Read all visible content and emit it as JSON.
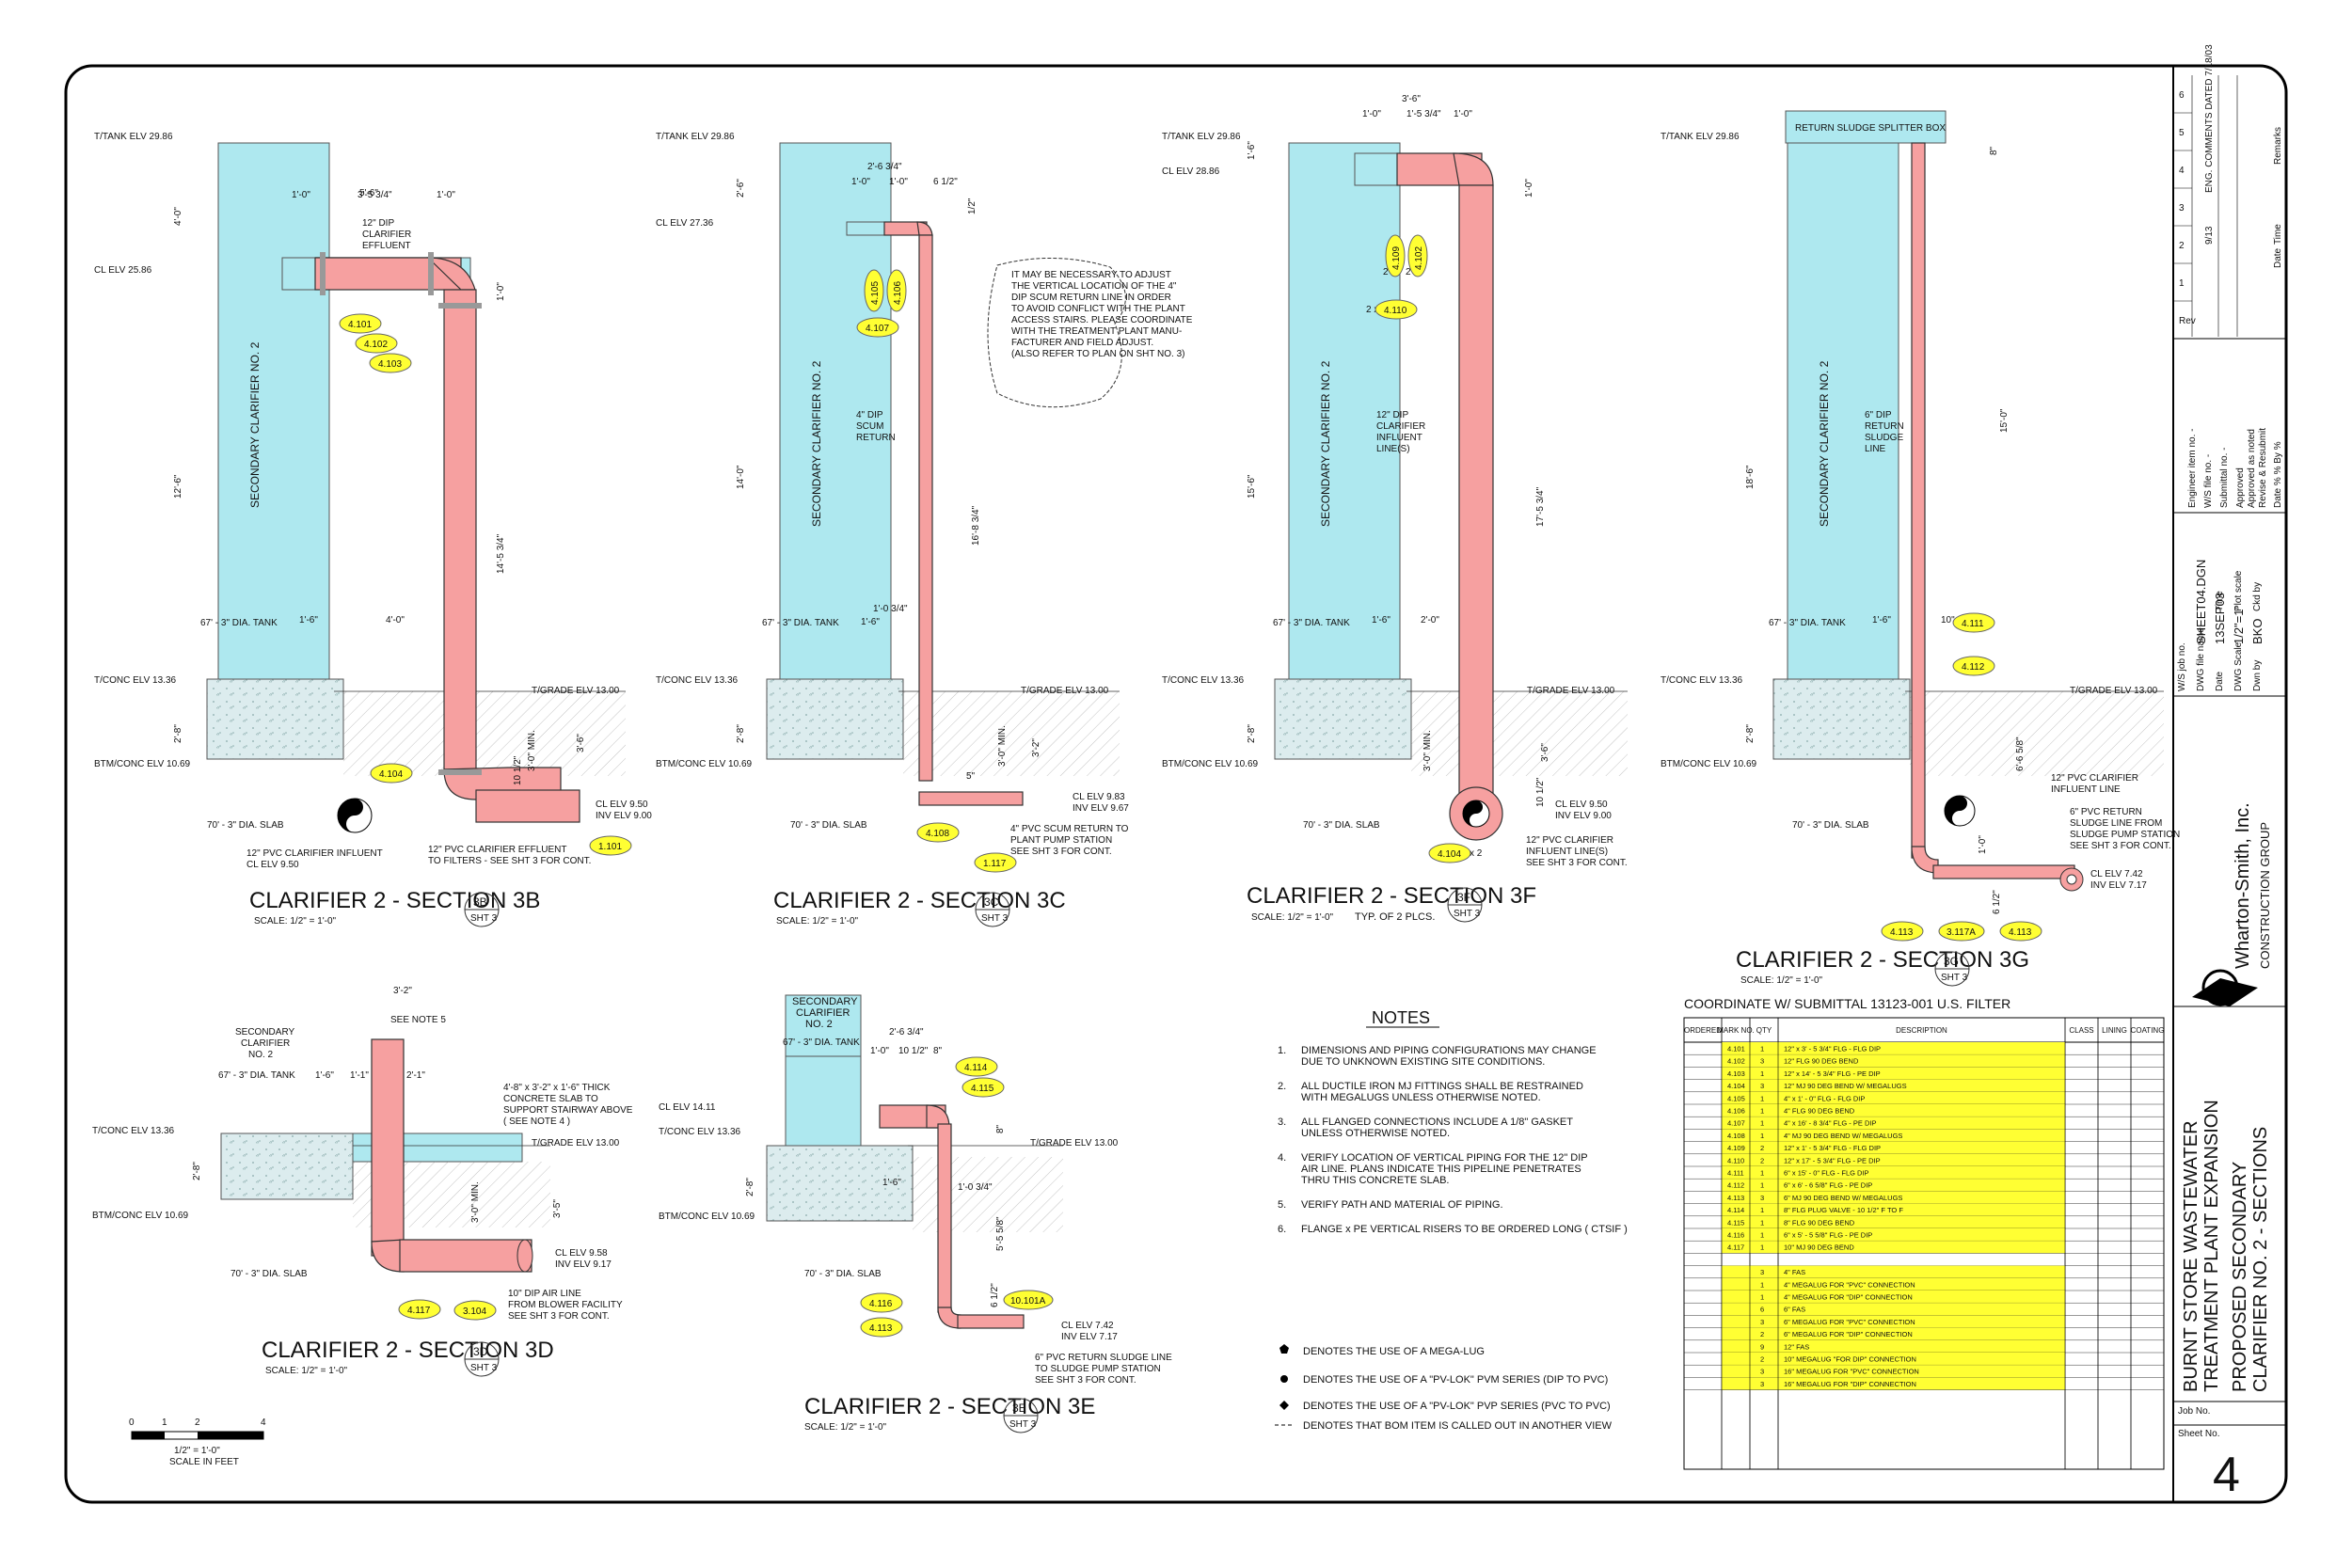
{
  "elevations": {
    "tank_top": "T/TANK ELV 29.86",
    "conc_top": "T/CONC ELV 13.36",
    "conc_btm": "BTM/CONC ELV 10.69",
    "grade": "T/GRADE ELV 13.00",
    "cl_2586": "CL ELV 25.86",
    "cl_2736": "CL ELV 27.36",
    "cl_2886": "CL ELV 28.86",
    "cl_1411": "CL ELV 14.11"
  },
  "common": {
    "clarifier_label": "SECONDARY CLARIFIER NO. 2",
    "tank_dia": "67' - 3\" DIA. TANK",
    "slab_dia": "70' - 3\" DIA. SLAB",
    "scale": "SCALE: 1/2\" = 1'-0\""
  },
  "sections": {
    "s3b": {
      "title": "CLARIFIER 2 - SECTION 3B",
      "bubble": "3B",
      "sht": "SHT 3",
      "dims": [
        "5'-6\"",
        "1'-0\"",
        "3'-5 3/4\"",
        "1'-0\"",
        "4'-0\"",
        "12'-6\"",
        "14'-5 3/4\"",
        "1'-0\"",
        "1'-6\"",
        "4'-0\"",
        "2'-8\"",
        "3'-0\" MIN.",
        "3'-6\"",
        "10 1/2\""
      ],
      "notes": [
        "12\" DIP",
        "CLARIFIER",
        "EFFLUENT",
        "CL ELV 9.50",
        "INV ELV 9.00",
        "12\" PVC CLARIFIER INFLUENT",
        "CL ELV 9.50",
        "12\" PVC CLARIFIER EFFLUENT",
        "TO FILTERS - SEE SHT 3 FOR CONT."
      ],
      "tags": [
        "4.101",
        "4.102",
        "4.103",
        "4.104",
        "1.101"
      ]
    },
    "s3c": {
      "title": "CLARIFIER 2 - SECTION 3C",
      "bubble": "3C",
      "sht": "SHT 3",
      "dims": [
        "2'-6 3/4\"",
        "1'-0\"",
        "1'-0\"",
        "6 1/2\"",
        "2'-6\"",
        "14'-0\"",
        "16'-8 3/4\"",
        "1'-0 3/4\"",
        "1'-6\"",
        "2'-8\"",
        "3'-0\" MIN.",
        "3'-2\"",
        "5\"",
        "1/2\""
      ],
      "notes": [
        "4\" DIP",
        "SCUM",
        "RETURN",
        "CL ELV 9.83",
        "INV ELV 9.67",
        "4\" PVC SCUM RETURN TO",
        "PLANT PUMP STATION",
        "SEE SHT 3 FOR CONT."
      ],
      "callout": [
        "IT MAY BE NECESSARY TO ADJUST",
        "THE VERTICAL LOCATION OF THE 4\"",
        "DIP SCUM RETURN LINE IN ORDER",
        "TO AVOID CONFLICT WITH THE PLANT",
        "ACCESS STAIRS.  PLEASE COORDINATE",
        "WITH THE TREATMENT PLANT MANU-",
        "FACTURER AND FIELD ADJUST.",
        "(ALSO REFER TO PLAN ON SHT NO. 3)"
      ],
      "tags": [
        "4.105",
        "4.106",
        "4.107",
        "4.108",
        "1.117"
      ]
    },
    "s3f": {
      "title": "CLARIFIER 2 - SECTION 3F",
      "bubble": "3F",
      "sht": "SHT 3",
      "sub": "TYP. OF 2 PLCS.",
      "dims": [
        "3'-6\"",
        "1'-0\"",
        "1'-5 3/4\"",
        "1'-0\"",
        "1'-6\"",
        "15'-6\"",
        "17'-5 3/4\"",
        "1'-0\"",
        "1'-6\"",
        "2'-0\"",
        "2'-8\"",
        "3'-0\" MIN.",
        "3'-6\"",
        "10 1/2\""
      ],
      "notes": [
        "12\" DIP",
        "CLARIFIER",
        "INFLUENT",
        "LINE(S)",
        "CL ELV 9.50",
        "INV ELV 9.00",
        "12\" PVC CLARIFIER",
        "INFLUENT LINE(S)",
        "SEE SHT 3 FOR CONT."
      ],
      "tags": [
        "4.109",
        "4.102",
        "4.110",
        "4.104"
      ],
      "mult": [
        "2 x",
        "2 x",
        "2 x",
        "x 2"
      ]
    },
    "s3g": {
      "title": "CLARIFIER 2 - SECTION 3G",
      "bubble": "3G",
      "sht": "SHT 3",
      "box": "RETURN SLUDGE SPLITTER BOX",
      "dims": [
        "18'-6\"",
        "15'-0\"",
        "1'-6\"",
        "10\"",
        "2'-8\"",
        "6'-6 5/8\"",
        "1'-0\"",
        "6 1/2\"",
        "8\""
      ],
      "notes": [
        "6\" DIP",
        "RETURN",
        "SLUDGE",
        "LINE",
        "12\" PVC CLARIFIER",
        "INFLUENT LINE",
        "6\" PVC RETURN",
        "SLUDGE LINE FROM",
        "SLUDGE PUMP STATION",
        "SEE SHT 3 FOR CONT.",
        "CL ELV 7.42",
        "INV ELV 7.17"
      ],
      "tags": [
        "4.111",
        "4.112",
        "4.113",
        "3.117A",
        "4.113"
      ]
    },
    "s3d": {
      "title": "CLARIFIER 2 - SECTION 3D",
      "bubble": "3D",
      "sht": "SHT 3",
      "dims": [
        "3'-2\"",
        "1'-6\"",
        "1'-1\"",
        "2'-1\"",
        "2'-8\"",
        "3'-0\" MIN.",
        "3'-5\""
      ],
      "notes": [
        "SECONDARY",
        "CLARIFIER",
        "NO. 2",
        "SEE NOTE 5",
        "4'-8\" x 3'-2\" x 1'-6\" THICK",
        "CONCRETE SLAB TO",
        "SUPPORT STAIRWAY ABOVE",
        "( SEE NOTE 4 )",
        "CL ELV 9.58",
        "INV ELV 9.17",
        "10\" DIP AIR LINE",
        "FROM BLOWER FACILITY",
        "SEE SHT 3 FOR CONT."
      ],
      "tags": [
        "4.117",
        "3.104"
      ]
    },
    "s3e": {
      "title": "CLARIFIER 2 - SECTION 3E",
      "bubble": "3E",
      "sht": "SHT 3",
      "dims": [
        "2'-6 3/4\"",
        "1'-0\"",
        "10 1/2\"",
        "8\"",
        "8\"",
        "2'-8\"",
        "1'-6\"",
        "1'-0 3/4\"",
        "5'-5 5/8\"",
        "6 1/2\""
      ],
      "notes": [
        "SECONDARY",
        "CLARIFIER",
        "NO. 2",
        "CL ELV 7.42",
        "INV ELV 7.17",
        "6\" PVC RETURN SLUDGE LINE",
        "TO SLUDGE PUMP STATION",
        "SEE SHT 3 FOR CONT."
      ],
      "tags": [
        "4.114",
        "4.115",
        "4.116",
        "4.113",
        "10.101A"
      ]
    }
  },
  "notes_block": {
    "heading": "NOTES",
    "items": [
      {
        "n": "1.",
        "lines": [
          "DIMENSIONS AND PIPING CONFIGURATIONS MAY CHANGE",
          "DUE TO UNKNOWN EXISTING SITE CONDITIONS."
        ]
      },
      {
        "n": "2.",
        "lines": [
          "ALL DUCTILE IRON MJ FITTINGS SHALL BE RESTRAINED",
          "WITH MEGALUGS UNLESS OTHERWISE NOTED."
        ]
      },
      {
        "n": "3.",
        "lines": [
          "ALL FLANGED CONNECTIONS INCLUDE A 1/8\" GASKET",
          "UNLESS OTHERWISE NOTED."
        ]
      },
      {
        "n": "4.",
        "lines": [
          "VERIFY LOCATION OF VERTICAL PIPING FOR THE 12\" DIP",
          "AIR LINE.  PLANS INDICATE THIS PIPELINE PENETRATES",
          "THRU THIS CONCRETE SLAB."
        ]
      },
      {
        "n": "5.",
        "lines": [
          "VERIFY PATH AND MATERIAL OF PIPING."
        ]
      },
      {
        "n": "6.",
        "lines": [
          "FLANGE x PE VERTICAL RISERS TO BE ORDERED LONG  ( CTSIF )"
        ]
      }
    ]
  },
  "legend": [
    "DENOTES THE USE OF A MEGA-LUG",
    "DENOTES THE USE OF A \"PV-LOK\" PVM SERIES (DIP TO PVC)",
    "DENOTES THE USE OF A \"PV-LOK\" PVP SERIES (PVC TO PVC)",
    "DENOTES THAT BOM ITEM IS CALLED OUT IN ANOTHER VIEW"
  ],
  "bar_scale": {
    "ticks": [
      "0",
      "1",
      "2",
      "4"
    ],
    "label1": "1/2\" = 1'-0\"",
    "label2": "SCALE IN FEET"
  },
  "bom": {
    "heading": "COORDINATE W/ SUBMITTAL 13123-001 U.S. FILTER",
    "columns": [
      "ORDERED",
      "MARK NO.",
      "QTY",
      "DESCRIPTION",
      "CLASS",
      "LINING",
      "COATING"
    ],
    "rows": [
      {
        "mark": "4.101",
        "qty": "1",
        "desc": "12\" x 3' - 5 3/4\" FLG - FLG DIP"
      },
      {
        "mark": "4.102",
        "qty": "3",
        "desc": "12\" FLG 90 DEG BEND"
      },
      {
        "mark": "4.103",
        "qty": "1",
        "desc": "12\" x 14' - 5 3/4\" FLG - PE DIP"
      },
      {
        "mark": "4.104",
        "qty": "3",
        "desc": "12\" MJ 90 DEG BEND  W/ MEGALUGS"
      },
      {
        "mark": "4.105",
        "qty": "1",
        "desc": "4\" x 1' - 0\" FLG - FLG DIP"
      },
      {
        "mark": "4.106",
        "qty": "1",
        "desc": "4\" FLG 90 DEG BEND"
      },
      {
        "mark": "4.107",
        "qty": "1",
        "desc": "4\" x 16' - 8 3/4\" FLG - PE DIP"
      },
      {
        "mark": "4.108",
        "qty": "1",
        "desc": "4\" MJ 90 DEG BEND  W/ MEGALUGS"
      },
      {
        "mark": "4.109",
        "qty": "2",
        "desc": "12\" x 1' - 5 3/4\" FLG - FLG DIP"
      },
      {
        "mark": "4.110",
        "qty": "2",
        "desc": "12\" x 17' - 5 3/4\" FLG - PE DIP"
      },
      {
        "mark": "4.111",
        "qty": "1",
        "desc": "6\" x 15' - 0\" FLG - FLG DIP"
      },
      {
        "mark": "4.112",
        "qty": "1",
        "desc": "6\" x 6' - 6 5/8\" FLG - PE DIP"
      },
      {
        "mark": "4.113",
        "qty": "3",
        "desc": "6\" MJ 90 DEG BEND  W/ MEGALUGS"
      },
      {
        "mark": "4.114",
        "qty": "1",
        "desc": "8\" FLG PLUG VALVE - 10 1/2\" F TO F"
      },
      {
        "mark": "4.115",
        "qty": "1",
        "desc": "8\" FLG 90 DEG BEND"
      },
      {
        "mark": "4.116",
        "qty": "1",
        "desc": "6\" x 5' - 5 5/8\" FLG - PE DIP"
      },
      {
        "mark": "4.117",
        "qty": "1",
        "desc": "10\" MJ 90 DEG BEND"
      },
      {
        "mark": "",
        "qty": "",
        "desc": ""
      },
      {
        "mark": "",
        "qty": "3",
        "desc": "4\" FAS"
      },
      {
        "mark": "",
        "qty": "1",
        "desc": "4\" MEGALUG FOR \"PVC\" CONNECTION"
      },
      {
        "mark": "",
        "qty": "1",
        "desc": "4\" MEGALUG FOR \"DIP\" CONNECTION"
      },
      {
        "mark": "",
        "qty": "6",
        "desc": "6\" FAS"
      },
      {
        "mark": "",
        "qty": "3",
        "desc": "6\" MEGALUG FOR \"PVC\" CONNECTION"
      },
      {
        "mark": "",
        "qty": "2",
        "desc": "6\" MEGALUG FOR \"DIP\" CONNECTION"
      },
      {
        "mark": "",
        "qty": "9",
        "desc": "12\" FAS"
      },
      {
        "mark": "",
        "qty": "2",
        "desc": "10\" MEGALUG \"FOR DIP\" CONNECTION"
      },
      {
        "mark": "",
        "qty": "3",
        "desc": "16\" MEGALUG FOR \"PVC\" CONNECTION"
      },
      {
        "mark": "",
        "qty": "3",
        "desc": "16\" MEGALUG FOR \"DIP\" CONNECTION"
      }
    ]
  },
  "title_block": {
    "revisions": [
      "6",
      "5",
      "4",
      "3",
      "2",
      "1",
      "Rev"
    ],
    "rev_row": {
      "date": "9/13",
      "remarks": "ENG. COMMENTS DATED 7/18/03"
    },
    "rev_headers": [
      "Date",
      "Time",
      "Remarks"
    ],
    "engineer": [
      "Engineer item no.  -",
      "W/S file no.  -",
      "Submittal no.  -"
    ],
    "approvals": [
      "Approved",
      "Approved as noted",
      "Revise & Resubmit",
      "Date %      % By %"
    ],
    "file_info": [
      "W/S job no.",
      "DWG file name",
      "SHEET04.DGN",
      "Date",
      "13SEP03",
      "Time",
      "DWG Scale",
      "1/2\"=1'",
      "Plot scale",
      "Dwn by",
      "BKO",
      "Ckd by"
    ],
    "company": "Wharton-Smith, Inc.",
    "company_sub": "CONSTRUCTION GROUP",
    "project1": "BURNT STORE WASTEWATER",
    "project2": "TREATMENT PLANT EXPANSION",
    "drawing1": "PROPOSED SECONDARY",
    "drawing2": "CLARIFIER NO. 2 - SECTIONS",
    "job_no": "Job No.",
    "sheet_no_label": "Sheet No.",
    "sheet_no": "4",
    "rev_mark": "1"
  }
}
